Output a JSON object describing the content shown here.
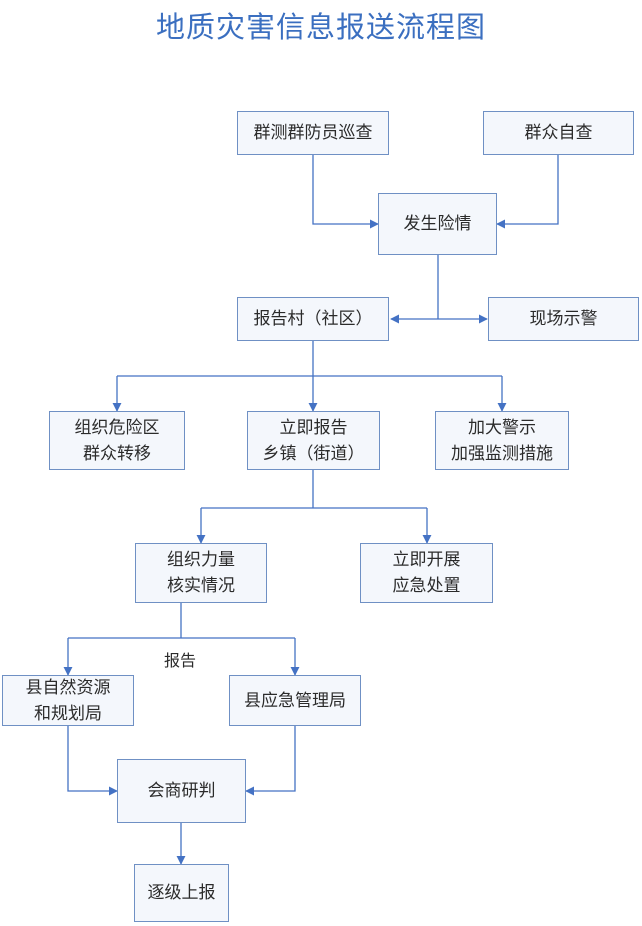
{
  "title": "地质灾害信息报送流程图",
  "colors": {
    "title": "#3b6fc0",
    "border": "#6f90c4",
    "line": "#4472c4",
    "fill": "#f4f7fc"
  },
  "nodes": {
    "patrol": "群测群防员巡查",
    "self_check": "群众自查",
    "danger": "发生险情",
    "report_village": "报告村（社区）",
    "site_warning": "现场示警",
    "evacuate": "组织危险区\n群众转移",
    "report_town": "立即报告\n乡镇（街道）",
    "monitor": "加大警示\n加强监测措施",
    "verify": "组织力量\n核实情况",
    "emergency_action": "立即开展\n应急处置",
    "resources_bureau": "县自然资源\n和规划局",
    "emergency_bureau": "县应急管理局",
    "consult": "会商研判",
    "escalate": "逐级上报"
  },
  "edge_labels": {
    "report": "报告"
  }
}
